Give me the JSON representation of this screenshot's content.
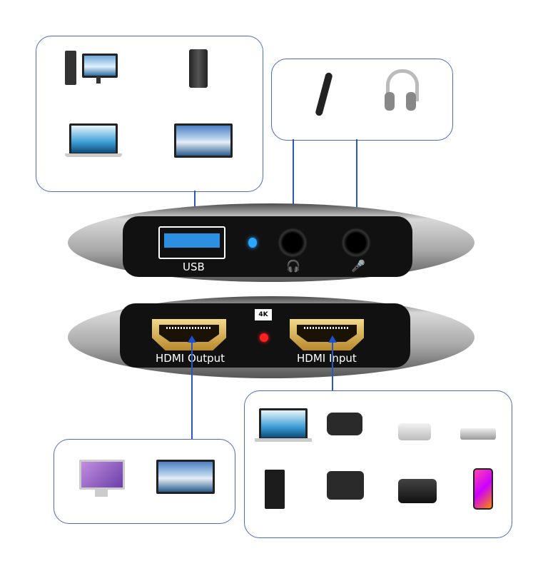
{
  "usb_panel": {
    "usb_label": "USB",
    "headphone_icon": "headphone-icon",
    "mic_icon": "microphone-icon",
    "led_color": "#2aa8ff"
  },
  "hdmi_panel": {
    "badge": "4K",
    "output_label": "HDMI Output",
    "input_label": "HDMI Input",
    "led_color": "#ff2020"
  },
  "usb_targets": [
    "desktop-pc-icon",
    "external-drive-icon",
    "laptop-icon",
    "smart-tv-icon"
  ],
  "audio_targets": [
    "microphone-icon",
    "headphones-icon"
  ],
  "hdmi_output_targets": [
    "monitor-icon",
    "tv-icon"
  ],
  "hdmi_input_sources": [
    "laptop-icon",
    "camcorder-icon",
    "projector-icon",
    "blu-ray-player-icon",
    "game-console-icon",
    "pro-camera-icon",
    "tv-box-icon",
    "smartphone-icon"
  ],
  "accent_color": "#4b6cc1"
}
